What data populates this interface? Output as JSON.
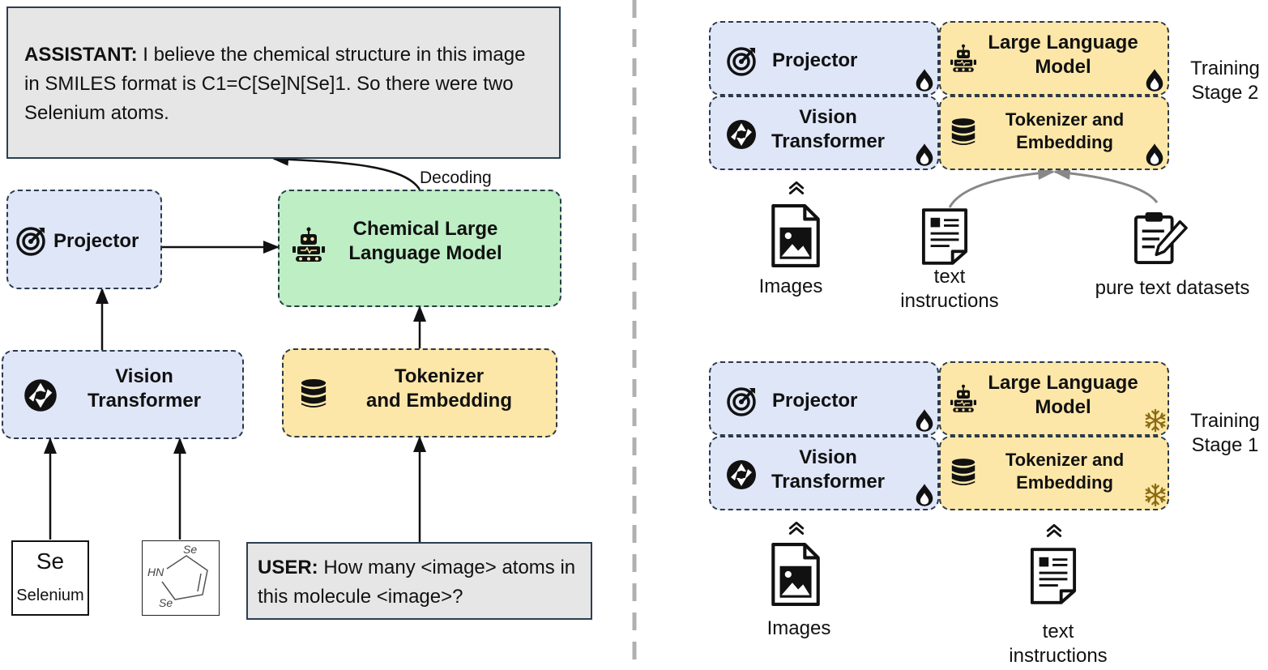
{
  "left": {
    "assistant": {
      "prefix": "ASSISTANT:",
      "text": " I believe the chemical structure in this image in SMILES format is C1=C[Se]N[Se]1. So there were two Selenium atoms."
    },
    "decoding_label": "Decoding",
    "projector_label": "Projector",
    "llm_label_line1": "Chemical Large",
    "llm_label_line2": "Language Model",
    "vit_label_line1": "Vision",
    "vit_label_line2": "Transformer",
    "tok_label_line1": "Tokenizer",
    "tok_label_line2": "and Embedding",
    "user": {
      "prefix": "USER:",
      "text": " How many <image> atoms in this molecule <image>?"
    },
    "se_card": {
      "symbol": "Se",
      "name": "Selenium"
    },
    "molecule_sketch": {
      "se_top": "Se",
      "se_bottom": "Se",
      "hn": "HN"
    }
  },
  "stage2": {
    "projector": "Projector",
    "llm_line1": "Large Language",
    "llm_line2": "Model",
    "vit_line1": "Vision",
    "vit_line2": "Transformer",
    "tok_line1": "Tokenizer and",
    "tok_line2": "Embedding",
    "stage_line1": "Training",
    "stage_line2": "Stage 2",
    "images_label": "Images",
    "text_line1": "text",
    "text_line2": "instructions",
    "pure_text_label": "pure text datasets"
  },
  "stage1": {
    "projector": "Projector",
    "llm_line1": "Large Language",
    "llm_line2": "Model",
    "vit_line1": "Vision",
    "vit_line2": "Transformer",
    "tok_line1": "Tokenizer and",
    "tok_line2": "Embedding",
    "stage_line1": "Training",
    "stage_line2": "Stage 1",
    "images_label": "Images",
    "text_line1": "text",
    "text_line2": "instructions"
  },
  "icons": {
    "projector": "target-icon",
    "vit": "camera-aperture-icon",
    "llm": "robot-icon",
    "tokenizer": "database-icon",
    "trainable": "flame-icon",
    "frozen": "snowflake-icon",
    "image_file": "image-file-icon",
    "text_doc": "document-icon",
    "clipboard": "clipboard-edit-icon"
  },
  "colors": {
    "blue_fill": "#dfe6f7",
    "yellow_fill": "#fde7a8",
    "green_fill": "#bdeec4",
    "grey_fill": "#e6e6e6",
    "snowflake": "#8a6a10"
  }
}
